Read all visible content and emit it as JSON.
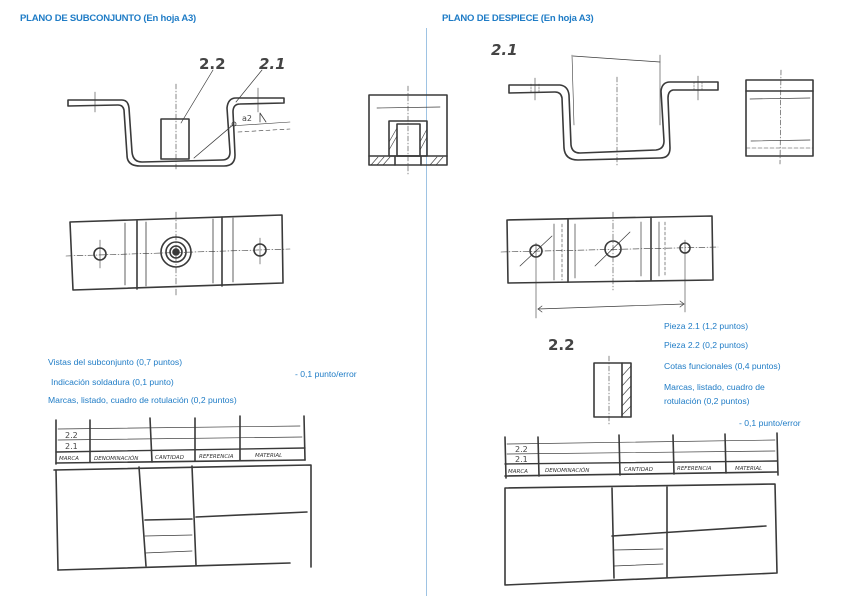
{
  "left_panel": {
    "title": "PLANO DE SUBCONJUNTO (En hoja A3)",
    "callouts": {
      "part_a": "2.2",
      "part_b": "2.1",
      "weld_symbol": "a2"
    },
    "grading": [
      "Vistas del subconjunto (0,7 puntos)",
      "Indicación soldadura (0,1 punto)",
      "Marcas, listado, cuadro de rotulación (0,2 puntos)"
    ],
    "penalty": "- 0,1 punto/error",
    "parts_list": {
      "rows": [
        "2.2",
        "2.1"
      ],
      "headers": [
        "MARCA",
        "DENOMINACIÓN",
        "CANTIDAD",
        "REFERENCIA",
        "MATERIAL"
      ]
    }
  },
  "right_panel": {
    "title": "PLANO DE DESPIECE (En hoja A3)",
    "part_labels": {
      "part_a": "2.1",
      "part_b": "2.2"
    },
    "grading": [
      "Pieza 2.1 (1,2 puntos)",
      "Pieza 2.2 (0,2 puntos)",
      "Cotas funcionales (0,4 puntos)",
      "Marcas, listado, cuadro de",
      "rotulación (0,2 puntos)"
    ],
    "penalty": "- 0,1 punto/error",
    "parts_list": {
      "rows": [
        "2.2",
        "2.1"
      ],
      "headers": [
        "MARCA",
        "DENOMINACIÓN",
        "CANTIDAD",
        "REFERENCIA",
        "MATERIAL"
      ]
    }
  },
  "colors": {
    "accent_text": "#1f7cc6",
    "pencil": "#3a3a3a",
    "divider": "#9ec3e3"
  }
}
